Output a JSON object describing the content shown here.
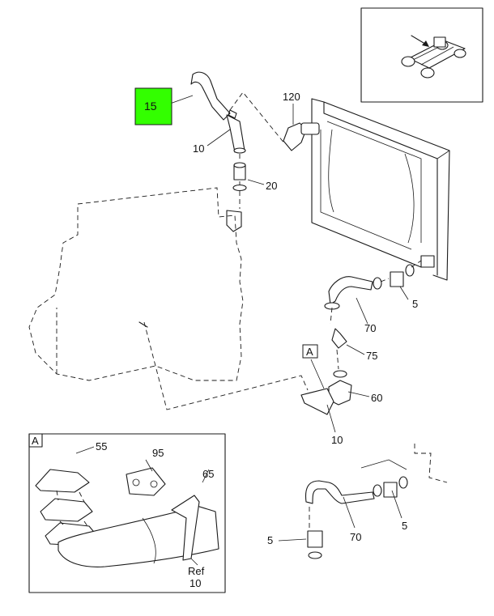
{
  "highlight_color": "#33ff00",
  "callouts": {
    "c15": "15",
    "c10_top": "10",
    "c120": "120",
    "c20": "20",
    "c5_mid": "5",
    "c70_mid": "70",
    "c75": "75",
    "c60": "60",
    "c10_mid": "10",
    "c55": "55",
    "c95": "95",
    "c65": "65",
    "ref": "Ref",
    "c10_ref": "10",
    "c70_low": "70",
    "c5_low_right": "5",
    "c5_low_left": "5"
  },
  "detail_tags": {
    "main": "A",
    "inset": "A"
  },
  "icons": {
    "truck": "truck-chassis-icon",
    "arrow": "arrow-icon"
  }
}
